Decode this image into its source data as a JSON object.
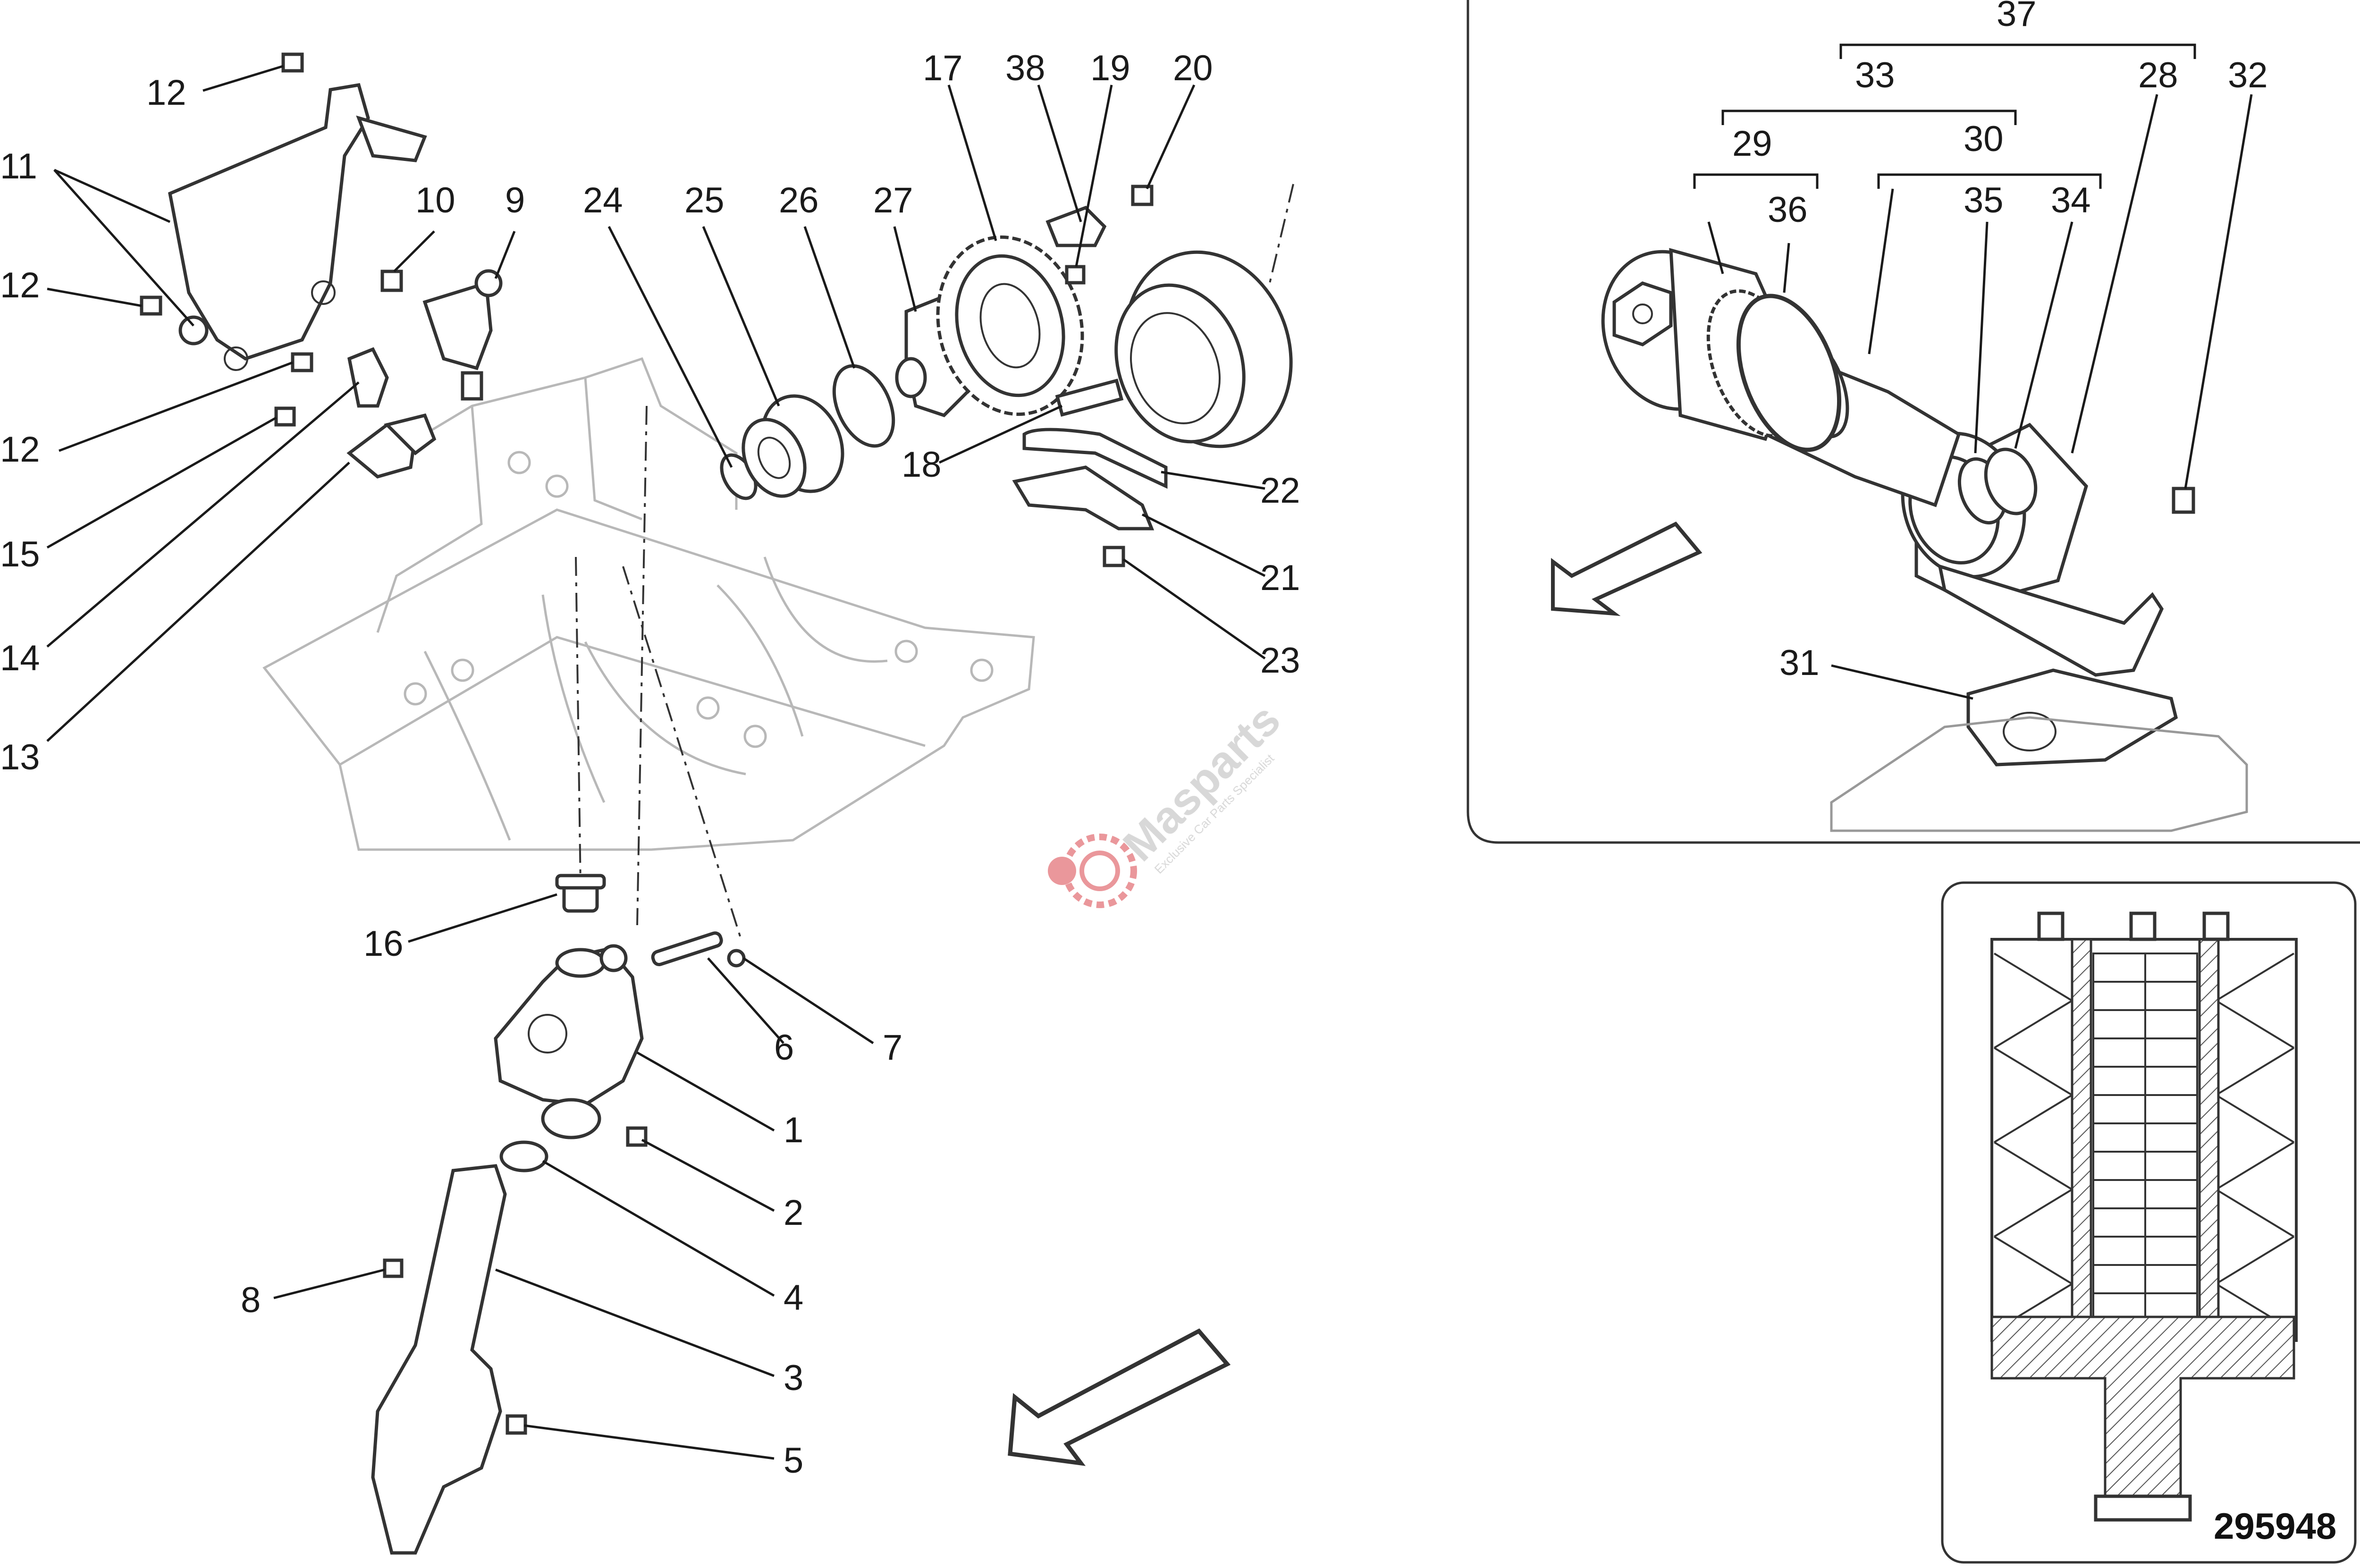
{
  "diagram_number": "295948",
  "watermark": {
    "brand": "Masparts",
    "tagline": "Exclusive Car Parts Specialist",
    "color": "#d9434a"
  },
  "callouts": {
    "c1": "1",
    "c2": "2",
    "c3": "3",
    "c4": "4",
    "c5": "5",
    "c6": "6",
    "c7": "7",
    "c8": "8",
    "c9": "9",
    "c10": "10",
    "c11": "11",
    "c12a": "12",
    "c12b": "12",
    "c12c": "12",
    "c13": "13",
    "c14": "14",
    "c15": "15",
    "c16": "16",
    "c17": "17",
    "c18": "18",
    "c19": "19",
    "c20": "20",
    "c21": "21",
    "c22": "22",
    "c23": "23",
    "c24": "24",
    "c25": "25",
    "c26": "26",
    "c27": "27",
    "c28": "28",
    "c29": "29",
    "c30": "30",
    "c31": "31",
    "c32": "32",
    "c33": "33",
    "c34": "34",
    "c35": "35",
    "c36": "36",
    "c37": "37",
    "c38": "38"
  }
}
